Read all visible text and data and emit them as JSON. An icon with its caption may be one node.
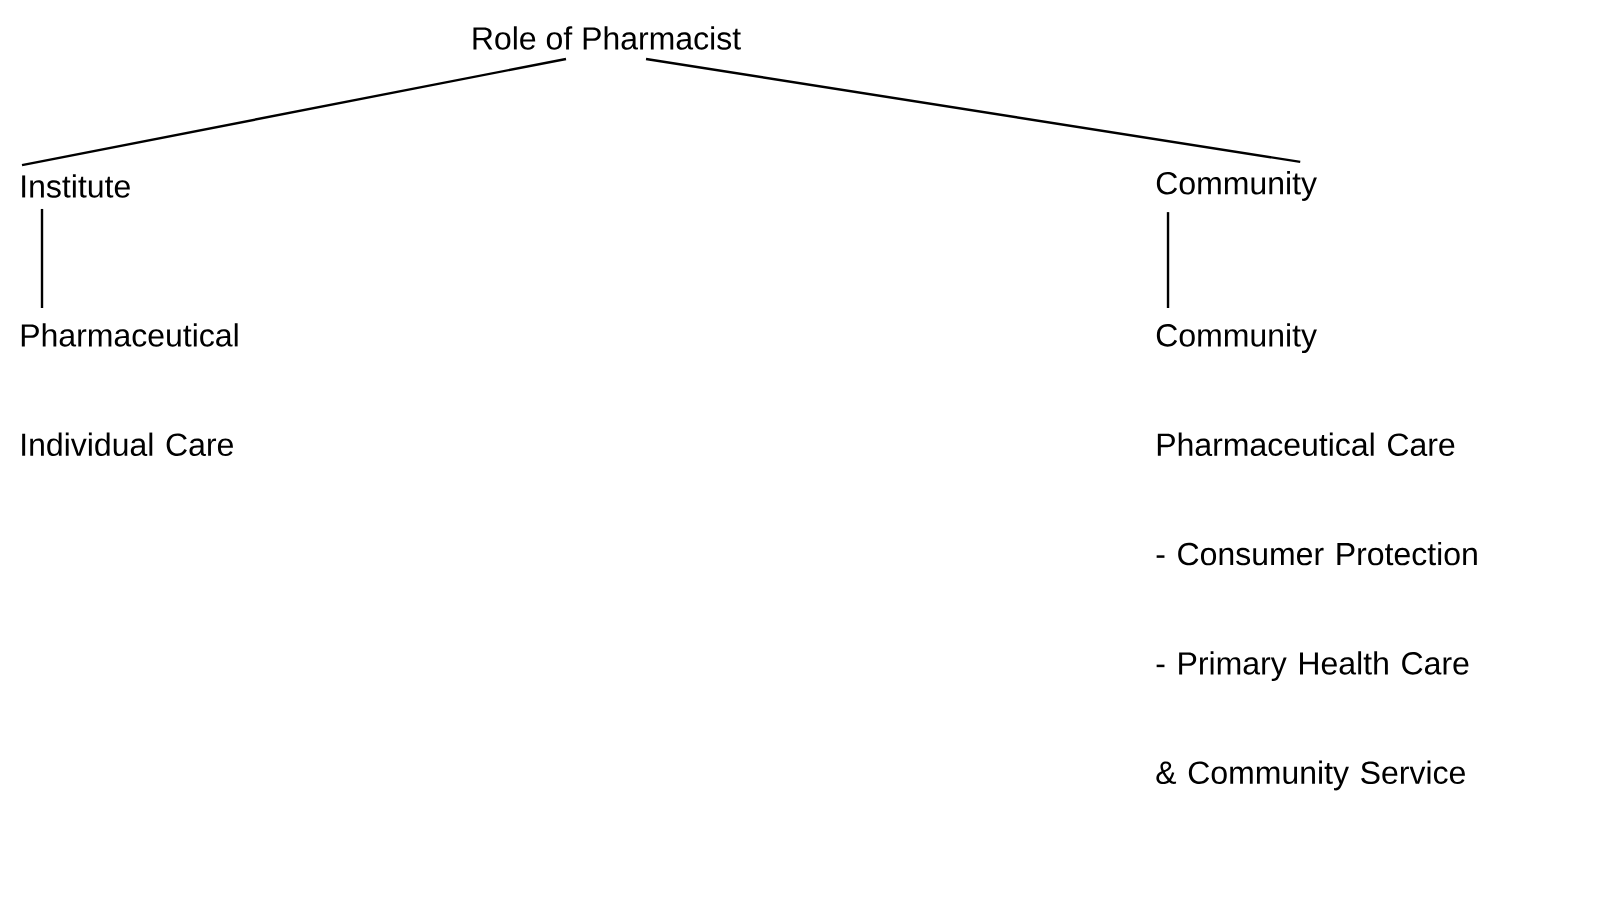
{
  "diagram": {
    "nodes": [
      {
        "text": [
          "Role of Pharmacist"
        ]
      },
      {
        "text": [
          "Institute"
        ]
      },
      {
        "text": [
          "Community"
        ]
      },
      {
        "text": [
          "Pharmaceutical Individual Care"
        ]
      },
      {
        "text": [
          "Community Pharmaceutical Care",
          "- Consumer Protection",
          "- Primary Health Care & Community Service"
        ]
      }
    ],
    "edges": [
      {
        "from": 0,
        "to": 1,
        "arrow": "none"
      },
      {
        "from": 0,
        "to": 2,
        "arrow": "none"
      },
      {
        "from": 1,
        "to": 3,
        "arrow": "none"
      },
      {
        "from": 2,
        "to": 4,
        "arrow": "none"
      }
    ]
  }
}
